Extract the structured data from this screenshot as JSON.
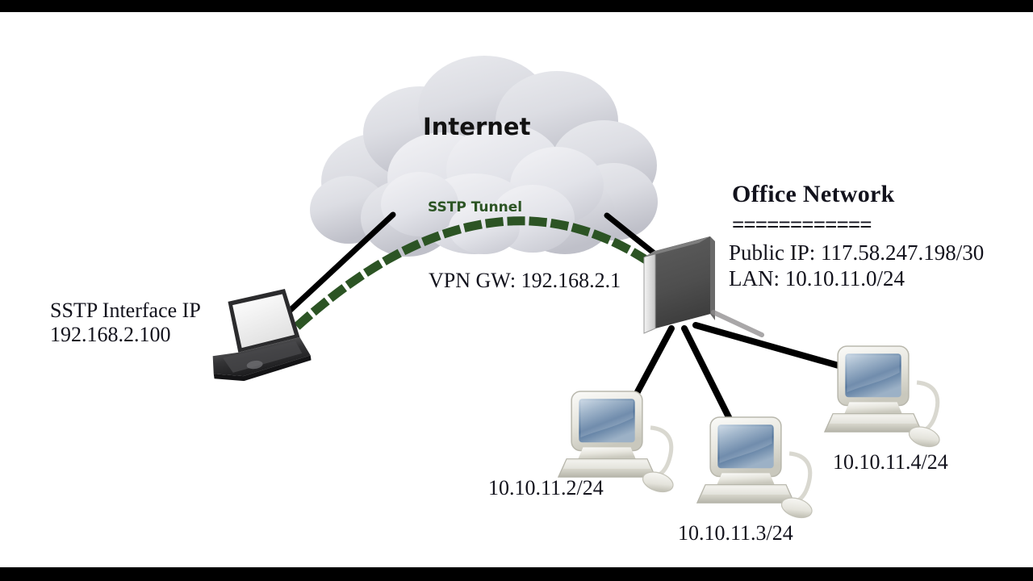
{
  "diagram": {
    "cloud_label": "Internet",
    "tunnel_label": "SSTP Tunnel",
    "vpn_gateway_label": "VPN GW: 192.168.2.1",
    "client": {
      "line1": "SSTP Interface IP",
      "line2": "192.168.2.100"
    },
    "office": {
      "title": "Office Network",
      "rule": "============",
      "public_ip": "Public IP: 117.58.247.198/30",
      "lan": "LAN: 10.10.11.0/24"
    },
    "workstations": [
      {
        "label": "10.10.11.2/24"
      },
      {
        "label": "10.10.11.3/24"
      },
      {
        "label": "10.10.11.4/24"
      }
    ],
    "icons": {
      "cloud": "cloud-icon",
      "laptop": "laptop-icon",
      "firewall": "firewall-appliance-icon",
      "workstation": "desktop-computer-icon"
    },
    "colors": {
      "background": "#ffffff",
      "letterbox": "#000000",
      "tunnel_green": "#2c5424",
      "link_black": "#000000",
      "cloud_gray": "#d5d6dd",
      "screen_blue": "#3f6287",
      "text": "#12121c"
    }
  }
}
